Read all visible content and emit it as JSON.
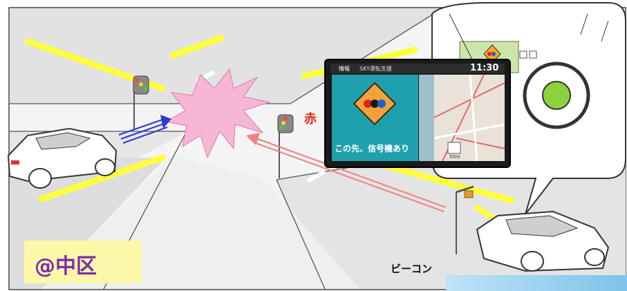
{
  "location_label": "@中区",
  "signal_state_label": "赤",
  "beacon_label": "ビーコン",
  "nav_screen": {
    "header_icon_text": "情報",
    "header_title": "SKY運転支援",
    "clock": "11:30",
    "message": "この先、信号機あり",
    "scale": "50m"
  },
  "colors": {
    "road_stripe": "#ffff3c",
    "collision_burst": "#f7b6d5",
    "arrow_blue": "#2a3ad0",
    "arrow_red": "#f08080",
    "label_bg": "#fdf7a8",
    "label_text": "#7a2bb0",
    "signal_red_text": "#e8260c"
  }
}
